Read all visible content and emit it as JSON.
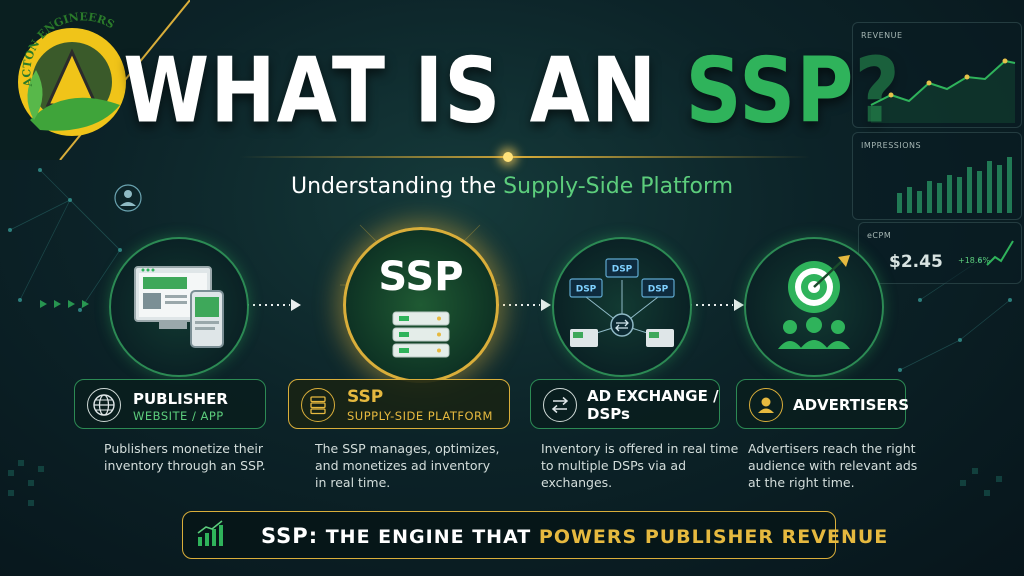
{
  "brand": {
    "logo_text": "ACTON ENGINEERS"
  },
  "headline": {
    "part1": "WHAT IS AN ",
    "accent": "SSP?"
  },
  "subtitle": {
    "part1": "Understanding the ",
    "accent": "Supply-Side Platform"
  },
  "flow": {
    "ssp_circle_label": "SSP",
    "dsp_nodes": [
      "DSP",
      "DSP",
      "DSP"
    ],
    "steps": [
      {
        "title": "PUBLISHER",
        "subtitle": "WEBSITE / APP",
        "icon": "globe-icon",
        "description": [
          "Publishers monetize their",
          "inventory through an SSP."
        ]
      },
      {
        "title": "SSP",
        "subtitle": "SUPPLY-SIDE PLATFORM",
        "icon": "server-icon",
        "description": [
          "The SSP manages, optimizes,",
          "and monetizes ad inventory",
          "in real time."
        ]
      },
      {
        "title": "AD EXCHANGE /",
        "title2": "DSPs",
        "icon": "exchange-arrows-icon",
        "description": [
          "Inventory is offered in real time",
          "to multiple DSPs via ad",
          "exchanges."
        ]
      },
      {
        "title": "ADVERTISERS",
        "icon": "person-icon",
        "description": [
          "Advertisers reach the right",
          "audience with relevant ads",
          "at the right time."
        ]
      }
    ]
  },
  "banner": {
    "lead": "SSP:",
    "mid": " THE ENGINE THAT ",
    "gold": "POWERS PUBLISHER REVENUE"
  },
  "side_panels": {
    "revenue_label": "REVENUE",
    "impressions_label": "IMPRESSIONS",
    "ecpm_label": "eCPM",
    "ecpm_value": "$2.45",
    "ecpm_change": "+18.6%"
  },
  "colors": {
    "accent_green": "#2fb35b",
    "accent_gold": "#d9ae3a",
    "background": "#0c2328"
  }
}
